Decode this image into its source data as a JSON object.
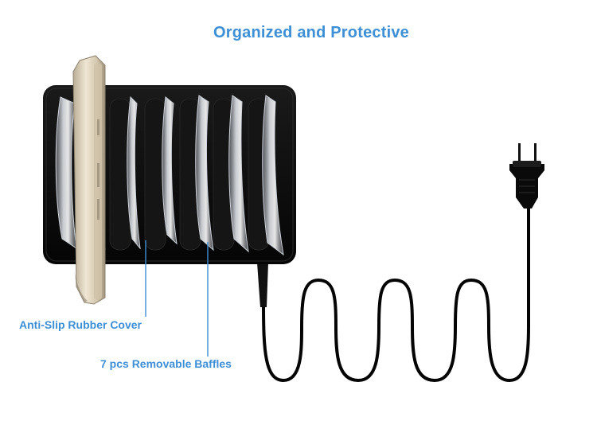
{
  "heading": "Organized and Protective",
  "callouts": {
    "rubber_cover": "Anti-Slip Rubber Cover",
    "baffles": "7 pcs Removable Baffles"
  },
  "colors": {
    "accent": "#3d8fd6",
    "station_body": "#0d0d0d",
    "cable": "#050505",
    "phone_frame": "#d8cdb8"
  }
}
